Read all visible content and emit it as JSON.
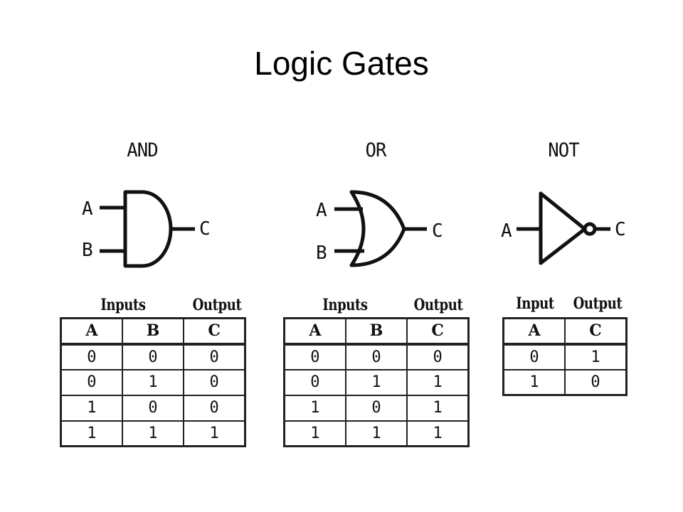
{
  "title": "Logic Gates",
  "gates": {
    "and": {
      "name": "AND",
      "input_a": "A",
      "input_b": "B",
      "output": "C",
      "group_inputs": "Inputs",
      "group_output": "Output",
      "columns": [
        "A",
        "B",
        "C"
      ],
      "rows": [
        [
          "0",
          "0",
          "0"
        ],
        [
          "0",
          "1",
          "0"
        ],
        [
          "1",
          "0",
          "0"
        ],
        [
          "1",
          "1",
          "1"
        ]
      ]
    },
    "or": {
      "name": "OR",
      "input_a": "A",
      "input_b": "B",
      "output": "C",
      "group_inputs": "Inputs",
      "group_output": "Output",
      "columns": [
        "A",
        "B",
        "C"
      ],
      "rows": [
        [
          "0",
          "0",
          "0"
        ],
        [
          "0",
          "1",
          "1"
        ],
        [
          "1",
          "0",
          "1"
        ],
        [
          "1",
          "1",
          "1"
        ]
      ]
    },
    "not": {
      "name": "NOT",
      "input_a": "A",
      "output": "C",
      "group_inputs": "Input",
      "group_output": "Output",
      "columns": [
        "A",
        "C"
      ],
      "rows": [
        [
          "0",
          "1"
        ],
        [
          "1",
          "0"
        ]
      ]
    }
  }
}
